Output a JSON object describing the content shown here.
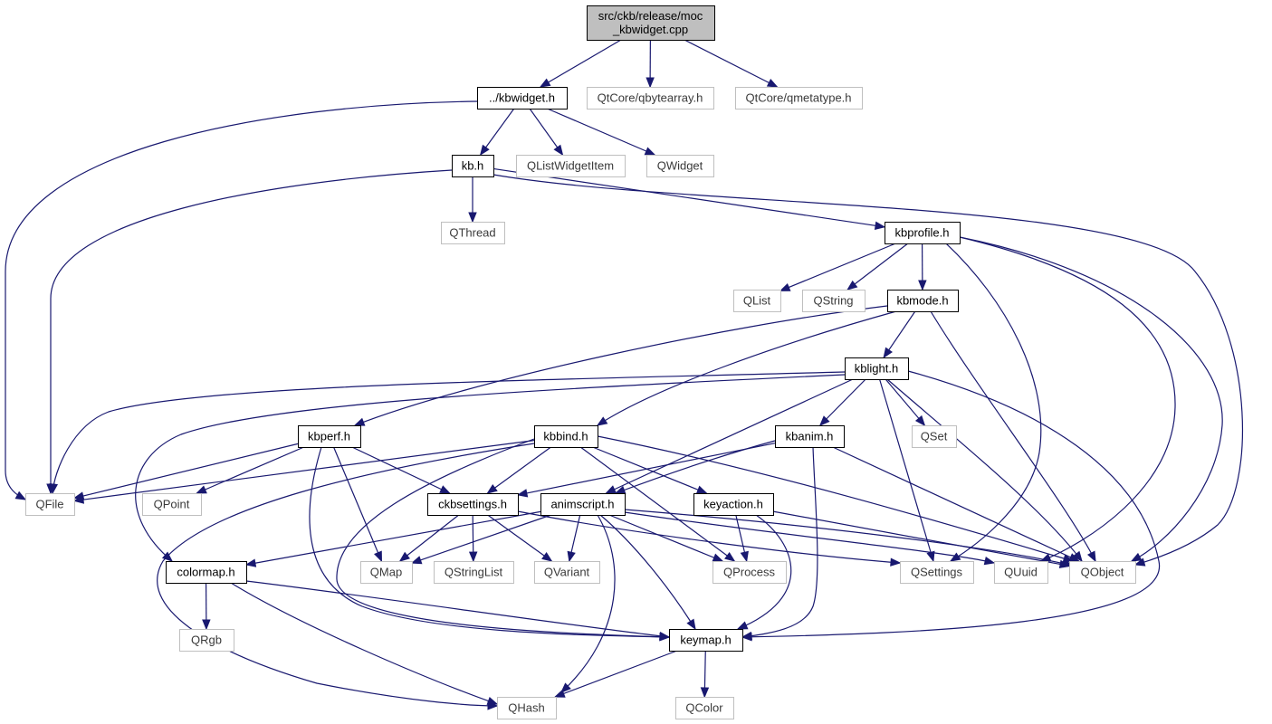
{
  "colors": {
    "edge": "#191970",
    "root_fill": "#bfbfbf",
    "internal_border": "#000000",
    "external_border": "#bfbfbf",
    "text": "#000000"
  },
  "nodes": [
    {
      "id": "root",
      "label": "src/ckb/release/moc\n_kbwidget.cpp",
      "kind": "root"
    },
    {
      "id": "kbwidget",
      "label": "../kbwidget.h",
      "kind": "internal"
    },
    {
      "id": "qbytearray",
      "label": "QtCore/qbytearray.h",
      "kind": "external"
    },
    {
      "id": "qmetatype",
      "label": "QtCore/qmetatype.h",
      "kind": "external"
    },
    {
      "id": "kb",
      "label": "kb.h",
      "kind": "internal"
    },
    {
      "id": "qlistwidgetitem",
      "label": "QListWidgetItem",
      "kind": "external"
    },
    {
      "id": "qwidget",
      "label": "QWidget",
      "kind": "external"
    },
    {
      "id": "qthread",
      "label": "QThread",
      "kind": "external"
    },
    {
      "id": "kbprofile",
      "label": "kbprofile.h",
      "kind": "internal"
    },
    {
      "id": "qlist",
      "label": "QList",
      "kind": "external"
    },
    {
      "id": "qstring",
      "label": "QString",
      "kind": "external"
    },
    {
      "id": "kbmode",
      "label": "kbmode.h",
      "kind": "internal"
    },
    {
      "id": "kblight",
      "label": "kblight.h",
      "kind": "internal"
    },
    {
      "id": "kbperf",
      "label": "kbperf.h",
      "kind": "internal"
    },
    {
      "id": "kbbind",
      "label": "kbbind.h",
      "kind": "internal"
    },
    {
      "id": "kbanim",
      "label": "kbanim.h",
      "kind": "internal"
    },
    {
      "id": "qset",
      "label": "QSet",
      "kind": "external"
    },
    {
      "id": "qfile",
      "label": "QFile",
      "kind": "external"
    },
    {
      "id": "qpoint",
      "label": "QPoint",
      "kind": "external"
    },
    {
      "id": "ckbsettings",
      "label": "ckbsettings.h",
      "kind": "internal"
    },
    {
      "id": "animscript",
      "label": "animscript.h",
      "kind": "internal"
    },
    {
      "id": "keyaction",
      "label": "keyaction.h",
      "kind": "internal"
    },
    {
      "id": "colormap",
      "label": "colormap.h",
      "kind": "internal"
    },
    {
      "id": "qmap",
      "label": "QMap",
      "kind": "external"
    },
    {
      "id": "qstringlist",
      "label": "QStringList",
      "kind": "external"
    },
    {
      "id": "qvariant",
      "label": "QVariant",
      "kind": "external"
    },
    {
      "id": "qprocess",
      "label": "QProcess",
      "kind": "external"
    },
    {
      "id": "qsettings",
      "label": "QSettings",
      "kind": "external"
    },
    {
      "id": "quuid",
      "label": "QUuid",
      "kind": "external"
    },
    {
      "id": "qobject",
      "label": "QObject",
      "kind": "external"
    },
    {
      "id": "qrgb",
      "label": "QRgb",
      "kind": "external"
    },
    {
      "id": "keymap",
      "label": "keymap.h",
      "kind": "internal"
    },
    {
      "id": "qhash",
      "label": "QHash",
      "kind": "external"
    },
    {
      "id": "qcolor",
      "label": "QColor",
      "kind": "external"
    }
  ],
  "edges": [
    [
      "root",
      "kbwidget"
    ],
    [
      "root",
      "qbytearray"
    ],
    [
      "root",
      "qmetatype"
    ],
    [
      "kbwidget",
      "qfile"
    ],
    [
      "kbwidget",
      "kb"
    ],
    [
      "kbwidget",
      "qlistwidgetitem"
    ],
    [
      "kbwidget",
      "qwidget"
    ],
    [
      "kb",
      "qfile"
    ],
    [
      "kb",
      "qthread"
    ],
    [
      "kb",
      "kbprofile"
    ],
    [
      "kb",
      "qobject"
    ],
    [
      "kbprofile",
      "qlist"
    ],
    [
      "kbprofile",
      "qstring"
    ],
    [
      "kbprofile",
      "kbmode"
    ],
    [
      "kbprofile",
      "qsettings"
    ],
    [
      "kbprofile",
      "quuid"
    ],
    [
      "kbprofile",
      "qobject"
    ],
    [
      "kbmode",
      "kbperf"
    ],
    [
      "kbmode",
      "kbbind"
    ],
    [
      "kbmode",
      "kblight"
    ],
    [
      "kbmode",
      "qobject"
    ],
    [
      "kblight",
      "qfile"
    ],
    [
      "kblight",
      "colormap"
    ],
    [
      "kblight",
      "animscript"
    ],
    [
      "kblight",
      "kbanim"
    ],
    [
      "kblight",
      "qset"
    ],
    [
      "kblight",
      "qsettings"
    ],
    [
      "kblight",
      "qobject"
    ],
    [
      "kblight",
      "keymap"
    ],
    [
      "kbperf",
      "qfile"
    ],
    [
      "kbperf",
      "qpoint"
    ],
    [
      "kbperf",
      "ckbsettings"
    ],
    [
      "kbperf",
      "qmap"
    ],
    [
      "kbperf",
      "keymap"
    ],
    [
      "kbbind",
      "qfile"
    ],
    [
      "kbbind",
      "ckbsettings"
    ],
    [
      "kbbind",
      "keyaction"
    ],
    [
      "kbbind",
      "qhash"
    ],
    [
      "kbbind",
      "keymap"
    ],
    [
      "kbbind",
      "qprocess"
    ],
    [
      "kbbind",
      "qobject"
    ],
    [
      "kbanim",
      "ckbsettings"
    ],
    [
      "kbanim",
      "animscript"
    ],
    [
      "kbanim",
      "keymap"
    ],
    [
      "kbanim",
      "qobject"
    ],
    [
      "ckbsettings",
      "qmap"
    ],
    [
      "ckbsettings",
      "qstringlist"
    ],
    [
      "ckbsettings",
      "qvariant"
    ],
    [
      "ckbsettings",
      "qsettings"
    ],
    [
      "animscript",
      "colormap"
    ],
    [
      "animscript",
      "qmap"
    ],
    [
      "animscript",
      "qvariant"
    ],
    [
      "animscript",
      "qprocess"
    ],
    [
      "animscript",
      "keymap"
    ],
    [
      "animscript",
      "qhash"
    ],
    [
      "animscript",
      "quuid"
    ],
    [
      "animscript",
      "qobject"
    ],
    [
      "keyaction",
      "qprocess"
    ],
    [
      "keyaction",
      "keymap"
    ],
    [
      "keyaction",
      "qobject"
    ],
    [
      "colormap",
      "qrgb"
    ],
    [
      "colormap",
      "keymap"
    ],
    [
      "colormap",
      "qhash"
    ],
    [
      "keymap",
      "qhash"
    ],
    [
      "keymap",
      "qcolor"
    ]
  ]
}
